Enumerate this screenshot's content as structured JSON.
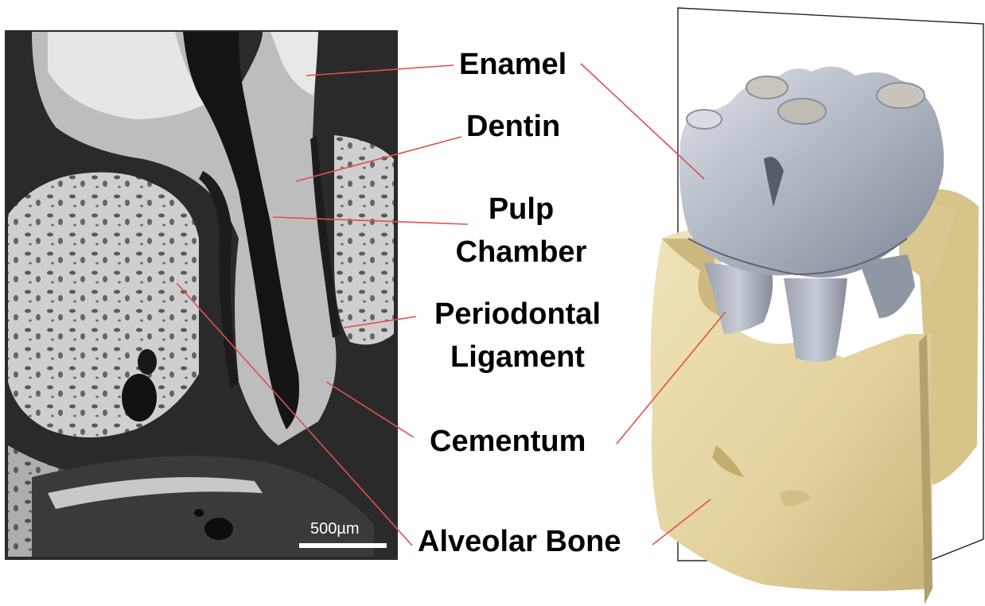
{
  "labels": {
    "enamel": "Enamel",
    "dentin": "Dentin",
    "pulp_line1": "Pulp",
    "pulp_line2": "Chamber",
    "periodontal_line1": "Periodontal",
    "periodontal_line2": "Ligament",
    "cementum": "Cementum",
    "alveolar_bone": "Alveolar Bone"
  },
  "scale_bar": {
    "label": "500µm"
  },
  "colors": {
    "leader_line": "#e05050",
    "bone_3d": "#e8d9a6",
    "tooth_3d": "#b9c0cb",
    "ct_dark": "#1a1a1a",
    "ct_light": "#d8d8d8"
  }
}
